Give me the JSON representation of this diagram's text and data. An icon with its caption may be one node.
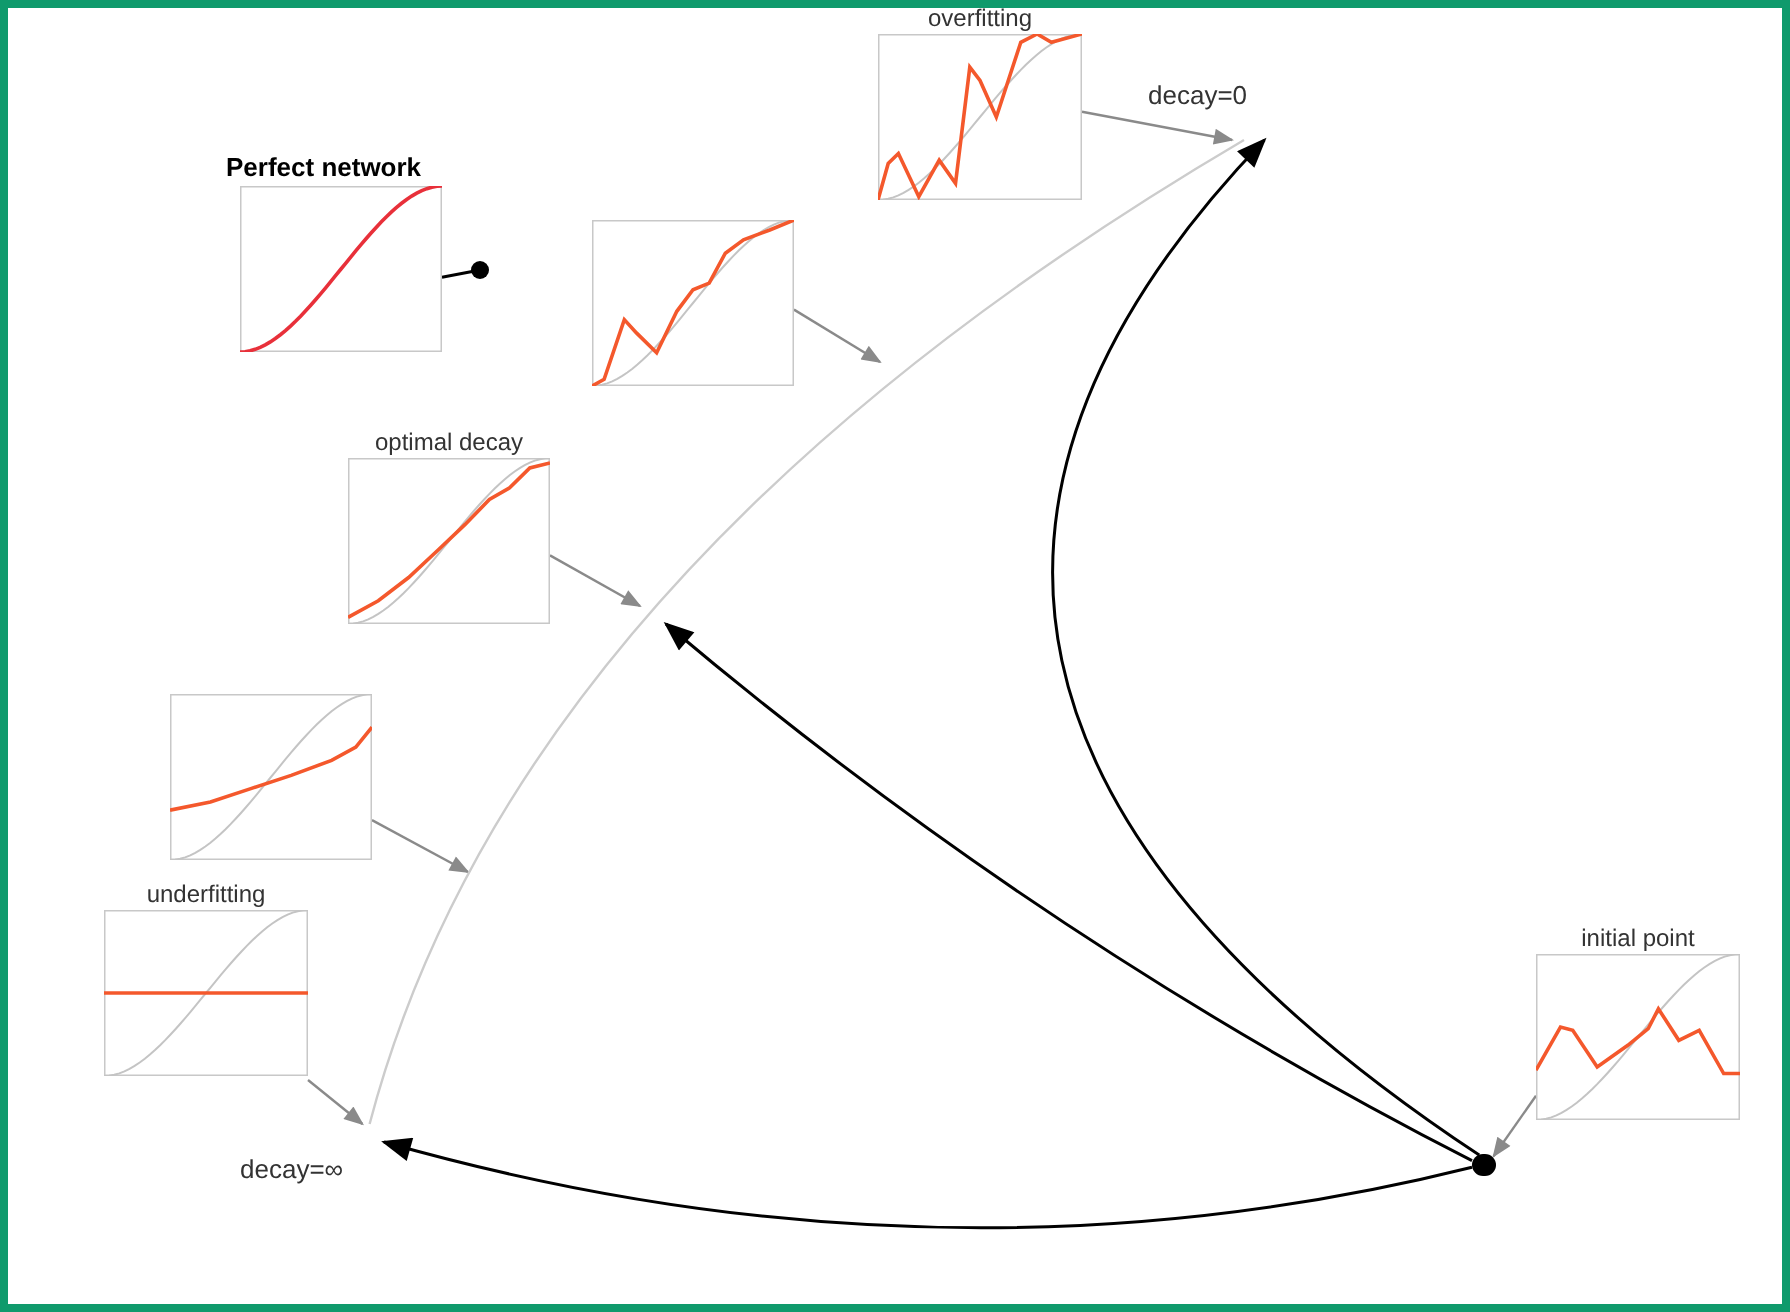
{
  "diagram": {
    "nodes": [
      {
        "text": [
          "overfitting"
        ]
      },
      {
        "text": [
          "decay=0"
        ]
      },
      {
        "text": [
          "Perfect network"
        ]
      },
      {
        "text": [],
        "shape": "box"
      },
      {
        "text": [
          "optimal decay"
        ]
      },
      {
        "text": [],
        "shape": "box"
      },
      {
        "text": [
          "underfitting"
        ]
      },
      {
        "text": [
          "decay=∞"
        ]
      },
      {
        "text": [
          "initial point"
        ]
      },
      {
        "text": [],
        "shape": "circle"
      }
    ],
    "edges": [
      {
        "from": 0,
        "to": 1,
        "arrow": "to"
      },
      {
        "from": 2,
        "to": null,
        "arrow": "other",
        "color": "#000000"
      },
      {
        "from": 3,
        "to": null,
        "arrow": "to"
      },
      {
        "from": 4,
        "to": null,
        "arrow": "to"
      },
      {
        "from": 5,
        "to": null,
        "arrow": "to"
      },
      {
        "from": 6,
        "to": 7,
        "arrow": "to"
      },
      {
        "from": 8,
        "to": 9,
        "arrow": "to"
      },
      {
        "from": 9,
        "to": 1,
        "arrow": "to",
        "color": "#000000"
      },
      {
        "from": 9,
        "to": null,
        "arrow": "to",
        "color": "#000000"
      },
      {
        "from": 9,
        "to": 7,
        "arrow": "to",
        "color": "#000000"
      },
      {
        "from": 7,
        "to": 1,
        "arrow": "none",
        "color": "#cccccc"
      }
    ]
  }
}
